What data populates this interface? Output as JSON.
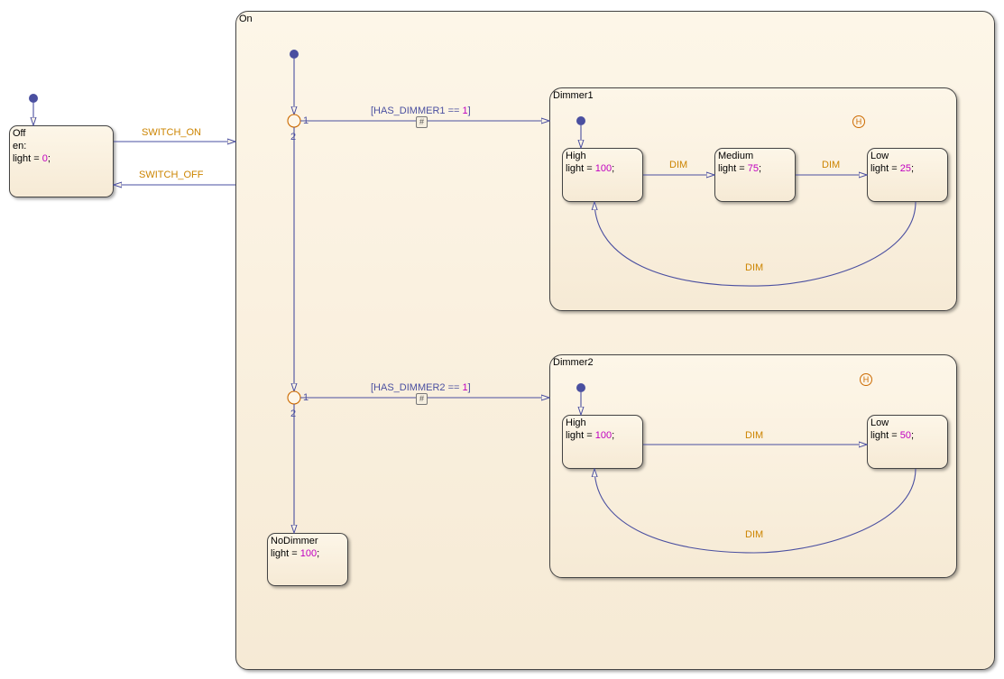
{
  "states": {
    "off": {
      "name": "Off",
      "entry_label": "en:",
      "action_var": "light = ",
      "action_val": "0",
      "action_end": ";"
    },
    "on": {
      "name": "On"
    },
    "dimmer1": {
      "name": "Dimmer1",
      "high": {
        "name": "High",
        "action_var": "light = ",
        "action_val": "100",
        "action_end": ";"
      },
      "medium": {
        "name": "Medium",
        "action_var": "light = ",
        "action_val": "75",
        "action_end": ";"
      },
      "low": {
        "name": "Low",
        "action_var": "light = ",
        "action_val": "25",
        "action_end": ";"
      },
      "history_label": "H"
    },
    "dimmer2": {
      "name": "Dimmer2",
      "high": {
        "name": "High",
        "action_var": "light = ",
        "action_val": "100",
        "action_end": ";"
      },
      "low": {
        "name": "Low",
        "action_var": "light = ",
        "action_val": "50",
        "action_end": ";"
      },
      "history_label": "H"
    },
    "nodimmer": {
      "name": "NoDimmer",
      "action_var": "light = ",
      "action_val": "100",
      "action_end": ";"
    }
  },
  "transitions": {
    "switch_on": "SWITCH_ON",
    "switch_off": "SWITCH_OFF",
    "guard1_pre": "[HAS_DIMMER1 == ",
    "guard1_val": "1",
    "guard1_post": "]",
    "guard2_pre": "[HAS_DIMMER2 == ",
    "guard2_val": "1",
    "guard2_post": "]",
    "d1_high_medium": "DIM",
    "d1_medium_low": "DIM",
    "d1_low_high": "DIM",
    "d2_high_low": "DIM",
    "d2_low_high": "DIM",
    "junction1_out1": "1",
    "junction1_out2": "2",
    "junction2_out1": "1",
    "junction2_out2": "2",
    "smart_hash": "#"
  },
  "colors": {
    "wire": "#4a4fa0",
    "event": "#cc8400",
    "number": "#c000c0",
    "junction": "#cc6a00"
  }
}
